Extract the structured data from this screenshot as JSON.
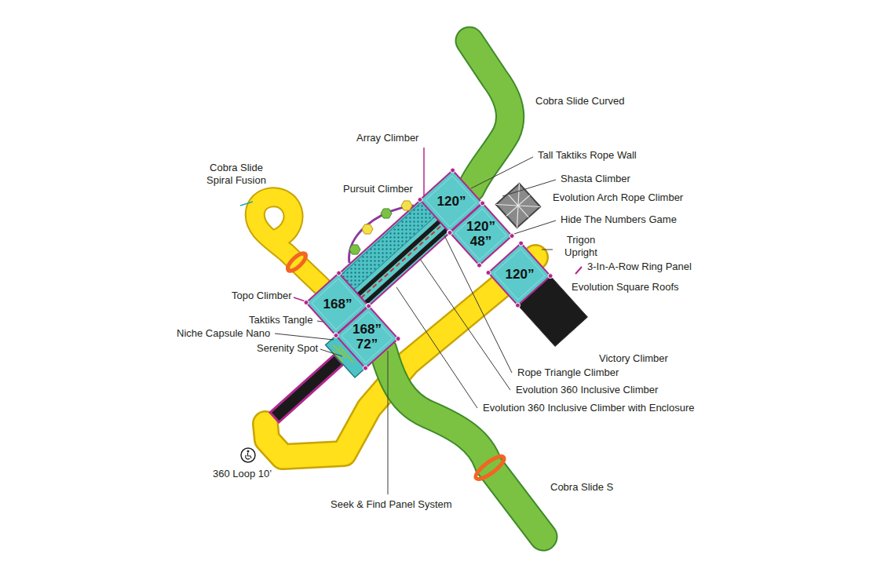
{
  "diagram": {
    "nodes": [
      {
        "text": [
          "120”"
        ]
      },
      {
        "text": [
          "120” 48”"
        ]
      },
      {
        "text": [
          "120”"
        ]
      },
      {
        "text": [
          "168”"
        ]
      },
      {
        "text": [
          "168” 72”"
        ]
      }
    ],
    "labels": [
      "Cobra Slide Curved",
      "Array Climber",
      "Tall Taktiks Rope Wall",
      "Cobra Slide Spiral Fusion",
      "Shasta Climber",
      "Pursuit Climber",
      "Evolution Arch Rope Climber",
      "Hide The Numbers Game",
      "Trigon Upright",
      "3-In-A-Row Ring Panel",
      "Evolution Square Roofs",
      "Topo Climber",
      "Taktiks Tangle",
      "Niche Capsule Nano",
      "Serenity Spot",
      "Victory Climber",
      "Rope Triangle Climber",
      "Evolution 360 Inclusive Climber",
      "Evolution 360 Inclusive Climber with Enclosure",
      "360 Loop 10’",
      "Cobra Slide S",
      "Seek & Find Panel System"
    ]
  }
}
